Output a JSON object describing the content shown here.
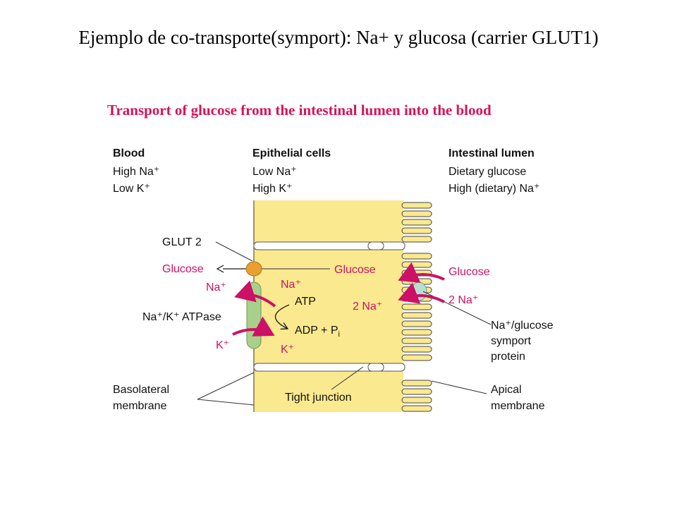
{
  "slide": {
    "title": "Ejemplo de co-transporte(symport): Na+ y glucosa (carrier GLUT1)"
  },
  "figure": {
    "title": "Transport of glucose from the intestinal lumen into the blood",
    "columns": {
      "blood": {
        "heading": "Blood",
        "line1": "High Na⁺",
        "line2": "Low K⁺"
      },
      "epithelial": {
        "heading": "Epithelial cells",
        "line1": "Low Na⁺",
        "line2": "High K⁺"
      },
      "lumen": {
        "heading": "Intestinal lumen",
        "line1": "Dietary glucose",
        "line2": "High (dietary) Na⁺"
      }
    },
    "labels": {
      "glut2": "GLUT 2",
      "glucose_blood": "Glucose",
      "na_blood": "Na⁺",
      "pump": "Na⁺/K⁺ ATPase",
      "k_blood": "K⁺",
      "na_cell": "Na⁺",
      "atp": "ATP",
      "adp": "ADP + P",
      "adp_sub": "i",
      "k_cell": "K⁺",
      "glucose_cell": "Glucose",
      "two_na_cell": "2 Na⁺",
      "glucose_lumen": "Glucose",
      "two_na_lumen": "2 Na⁺",
      "symport_1": "Na⁺/glucose",
      "symport_2": "symport",
      "symport_3": "protein",
      "basolateral_1": "Basolateral",
      "basolateral_2": "membrane",
      "tight_junction": "Tight junction",
      "apical_1": "Apical",
      "apical_2": "membrane"
    },
    "colors": {
      "cell": "#fbe98f",
      "magenta": "#cc1166",
      "glut": "#e8a030",
      "pump": "#a8d08a",
      "symporter": "#b8e0d0"
    }
  }
}
